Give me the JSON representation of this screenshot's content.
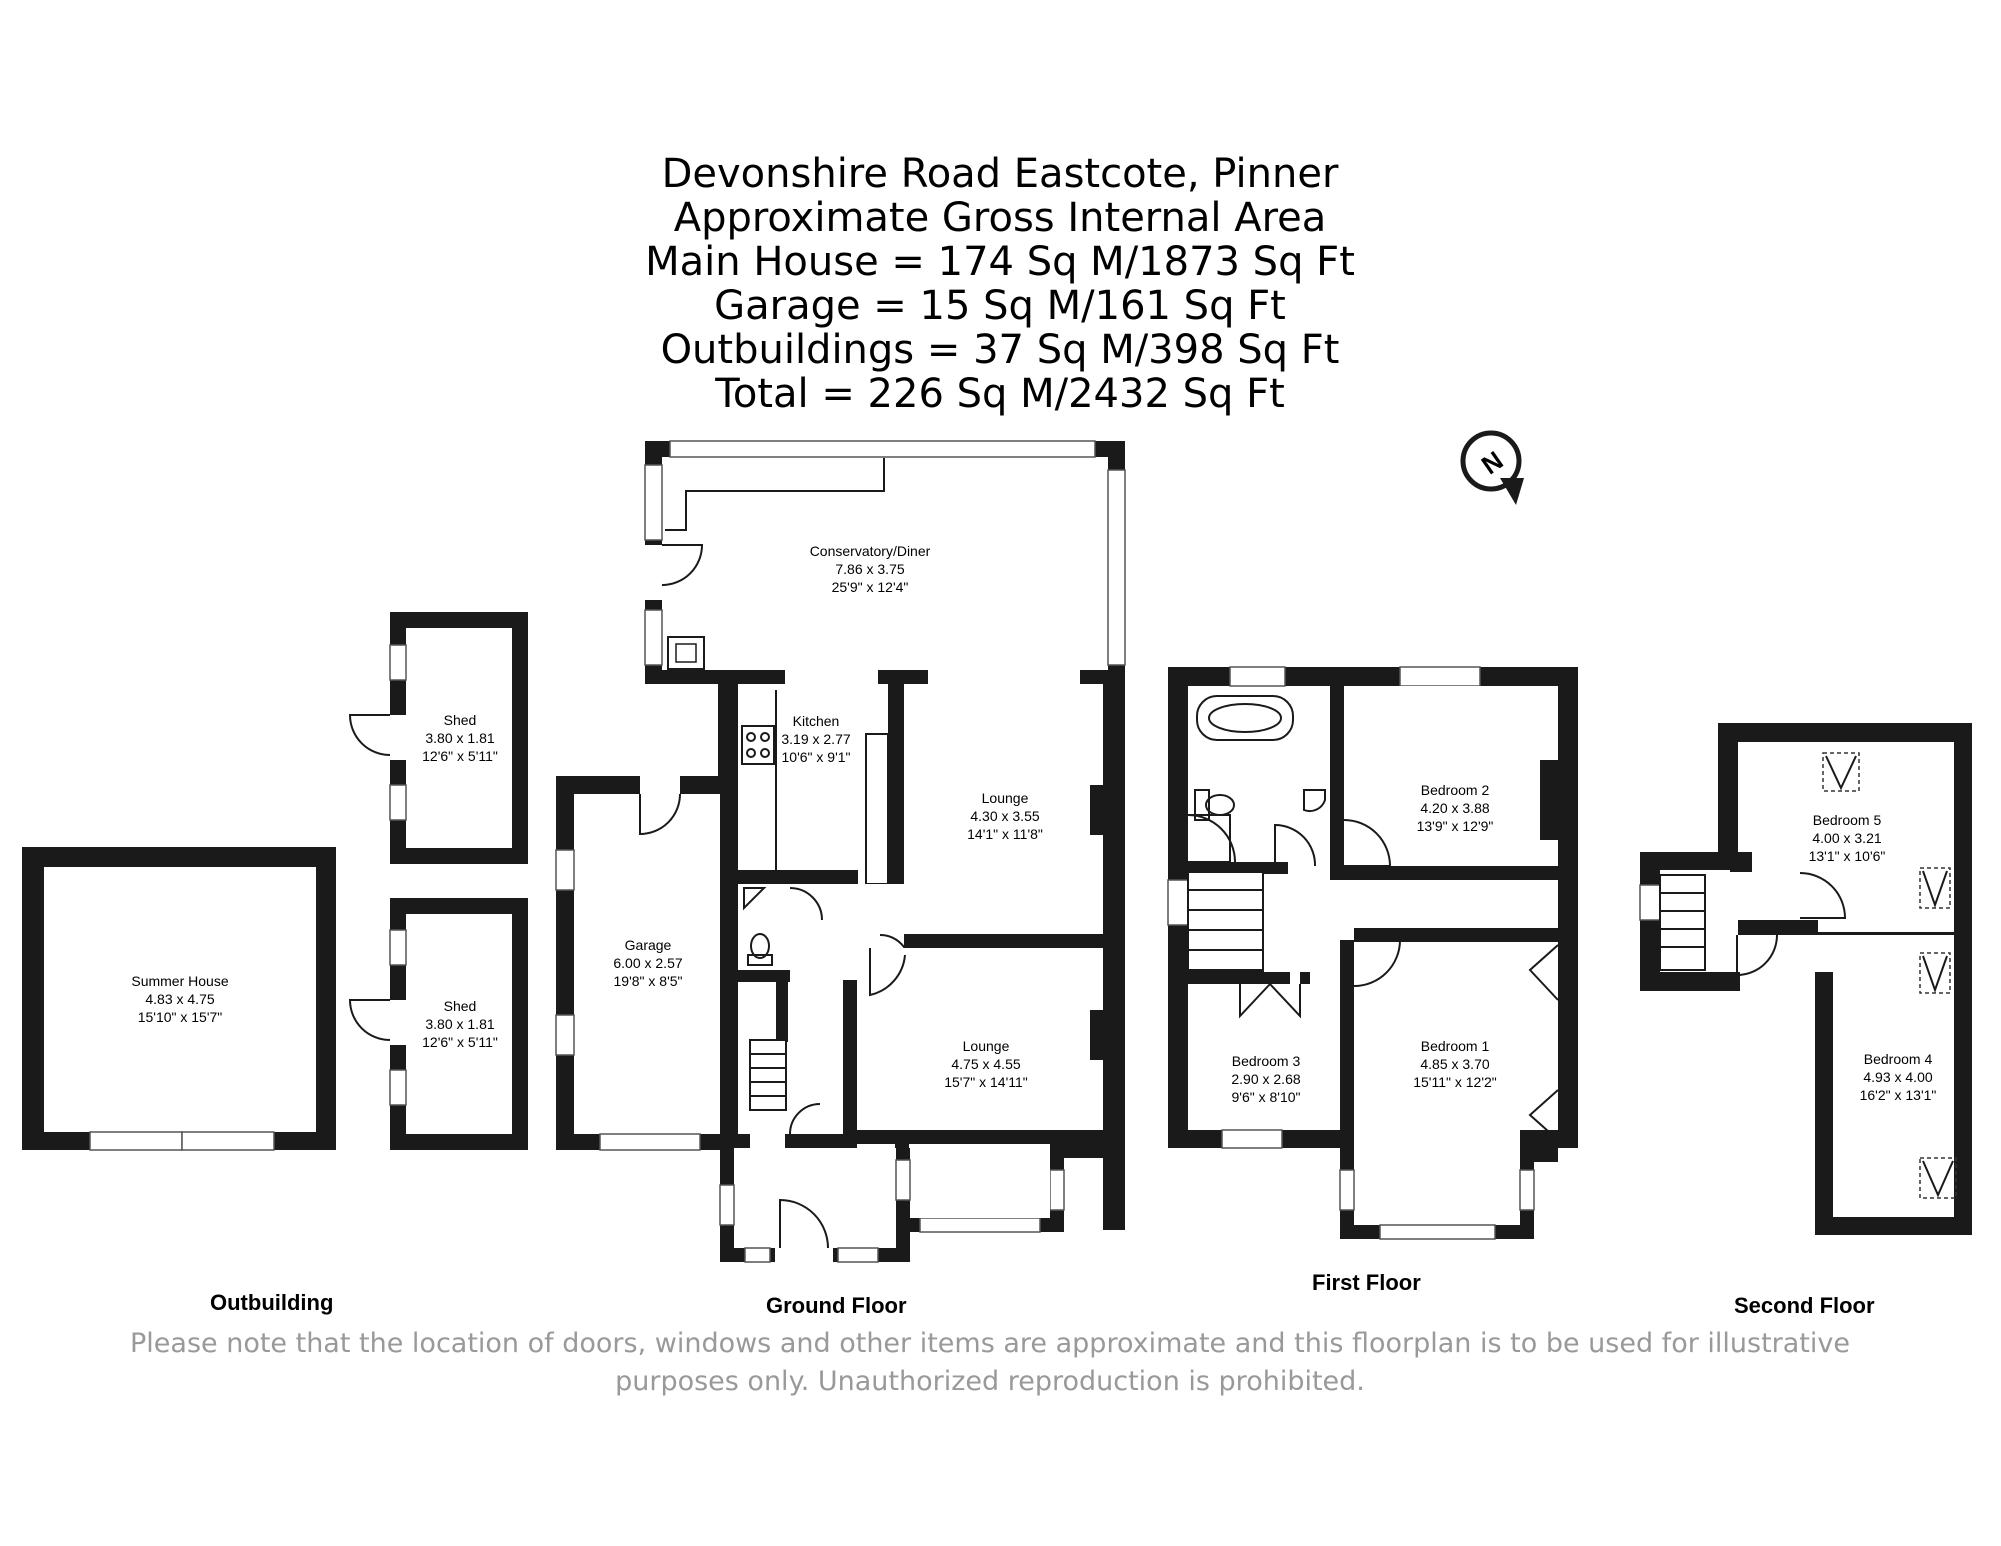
{
  "title": {
    "line1": "Devonshire Road Eastcote, Pinner",
    "line2": "Approximate Gross Internal Area",
    "line3": "Main House = 174 Sq M/1873 Sq Ft",
    "line4": "Garage = 15 Sq M/161 Sq Ft",
    "line5": "Outbuildings = 37 Sq M/398 Sq Ft",
    "line6": "Total = 226 Sq M/2432 Sq Ft"
  },
  "compass": {
    "label": "N"
  },
  "rooms": {
    "conservatory": {
      "name": "Conservatory/Diner",
      "metric": "7.86 x 3.75",
      "imperial": "25'9\" x 12'4\""
    },
    "kitchen": {
      "name": "Kitchen",
      "metric": "3.19 x 2.77",
      "imperial": "10'6\" x 9'1\""
    },
    "lounge_rear": {
      "name": "Lounge",
      "metric": "4.30 x 3.55",
      "imperial": "14'1\" x 11'8\""
    },
    "lounge_front": {
      "name": "Lounge",
      "metric": "4.75 x 4.55",
      "imperial": "15'7\" x 14'11\""
    },
    "garage": {
      "name": "Garage",
      "metric": "6.00 x 2.57",
      "imperial": "19'8\" x 8'5\""
    },
    "shed_top": {
      "name": "Shed",
      "metric": "3.80 x 1.81",
      "imperial": "12'6\" x 5'11\""
    },
    "shed_bottom": {
      "name": "Shed",
      "metric": "3.80 x 1.81",
      "imperial": "12'6\" x 5'11\""
    },
    "summer_house": {
      "name": "Summer House",
      "metric": "4.83 x 4.75",
      "imperial": "15'10\" x 15'7\""
    },
    "bedroom2": {
      "name": "Bedroom 2",
      "metric": "4.20 x 3.88",
      "imperial": "13'9\" x 12'9\""
    },
    "bedroom1": {
      "name": "Bedroom 1",
      "metric": "4.85 x 3.70",
      "imperial": "15'11\" x 12'2\""
    },
    "bedroom3": {
      "name": "Bedroom 3",
      "metric": "2.90 x 2.68",
      "imperial": "9'6\" x 8'10\""
    },
    "bedroom5": {
      "name": "Bedroom 5",
      "metric": "4.00 x 3.21",
      "imperial": "13'1\" x 10'6\""
    },
    "bedroom4": {
      "name": "Bedroom 4",
      "metric": "4.93 x 4.00",
      "imperial": "16'2\" x 13'1\""
    }
  },
  "floors": {
    "outbuilding": "Outbuilding",
    "ground": "Ground Floor",
    "first": "First Floor",
    "second": "Second Floor"
  },
  "disclaimer": {
    "line1": "Please note that the location of doors, windows and other items are approximate and this floorplan is to be used for illustrative",
    "line2": "purposes only. Unauthorized reproduction is prohibited."
  }
}
